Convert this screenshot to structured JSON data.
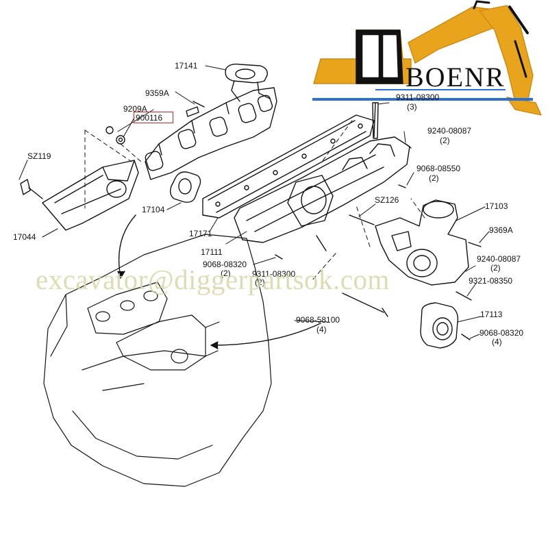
{
  "brand": {
    "logo_text": "BOENR",
    "accent_color": "#e9a41e",
    "stripe_color": "#2f6fd0"
  },
  "watermark": "excavator@diggerpartsok.com",
  "highlight": {
    "color": "#dd2222",
    "part": "900116"
  },
  "parts": [
    {
      "id": "p17141",
      "no": "17141",
      "qty": ""
    },
    {
      "id": "p9359a",
      "no": "9359A",
      "qty": ""
    },
    {
      "id": "p9209a",
      "no": "9209A",
      "qty": ""
    },
    {
      "id": "p900116",
      "no": "900116",
      "qty": ""
    },
    {
      "id": "psz119",
      "no": "SZ119",
      "qty": ""
    },
    {
      "id": "p17044",
      "no": "17044",
      "qty": ""
    },
    {
      "id": "p17104",
      "no": "17104",
      "qty": ""
    },
    {
      "id": "p17171",
      "no": "17171",
      "qty": ""
    },
    {
      "id": "p17111",
      "no": "17111",
      "qty": ""
    },
    {
      "id": "p9068_08320a",
      "no": "9068-08320",
      "qty": "(2)"
    },
    {
      "id": "p9311_08300a",
      "no": "9311-08300",
      "qty": "(2)"
    },
    {
      "id": "p9311_08300b",
      "no": "9311-08300",
      "qty": "(3)"
    },
    {
      "id": "p9240_08087a",
      "no": "9240-08087",
      "qty": "(2)"
    },
    {
      "id": "p9068_08550",
      "no": "9068-08550",
      "qty": "(2)"
    },
    {
      "id": "psz126",
      "no": "SZ126",
      "qty": ""
    },
    {
      "id": "p17103",
      "no": "17103",
      "qty": ""
    },
    {
      "id": "p9369a",
      "no": "9369A",
      "qty": ""
    },
    {
      "id": "p9240_08087b",
      "no": "9240-08087",
      "qty": "(2)"
    },
    {
      "id": "p9321_08350",
      "no": "9321-08350",
      "qty": ""
    },
    {
      "id": "p17113",
      "no": "17113",
      "qty": ""
    },
    {
      "id": "p9068_08320b",
      "no": "9068-08320",
      "qty": "(4)"
    },
    {
      "id": "p9068_58100",
      "no": "9068-58100",
      "qty": "(4)"
    }
  ]
}
